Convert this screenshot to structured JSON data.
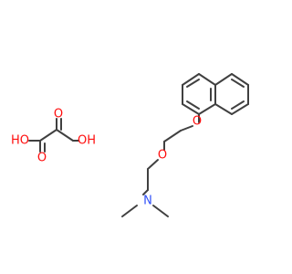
{
  "molecule": {
    "atoms": {
      "o_ether_aryl": "O",
      "o_ether_mid": "O",
      "n_amine": "N",
      "o_oh_left": "HO",
      "o_oh_right": "OH",
      "o_carbonyl_top": "O",
      "o_carbonyl_bottom": "O"
    }
  },
  "colors": {
    "carbon_bond": "#404040",
    "oxygen": "#ff0d0d",
    "nitrogen": "#3050f8"
  }
}
